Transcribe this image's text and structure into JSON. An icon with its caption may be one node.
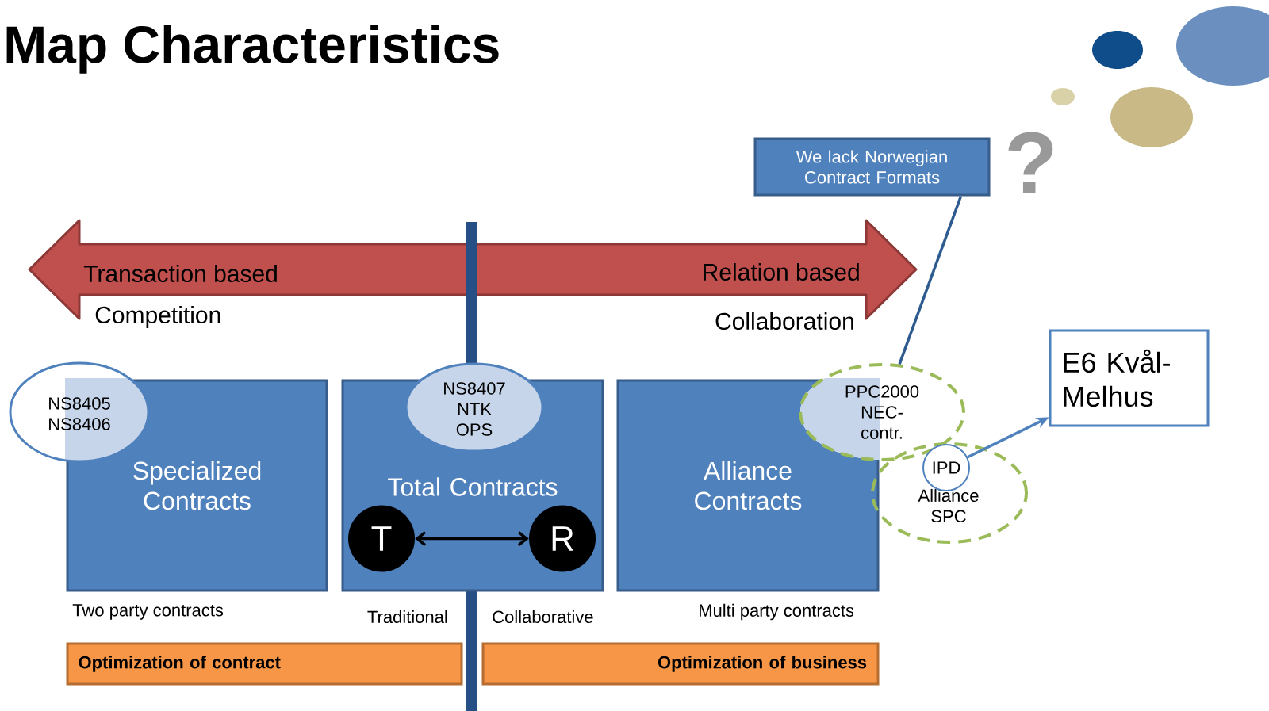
{
  "diagram": {
    "title": "Map Characteristics",
    "nodes": [
      {
        "text": [
          "Transaction based",
          "Relation based"
        ]
      },
      {
        "text": [
          "We lack Norwegian Contract Formats"
        ]
      },
      {
        "text": [
          "Specialized Contracts"
        ]
      },
      {
        "text": [
          "NS8405 NS8406"
        ]
      },
      {
        "text": [
          "Total Contracts"
        ]
      },
      {
        "text": [
          "NS8407 NTK OPS"
        ]
      },
      {
        "text": [
          "T"
        ],
        "in": 4
      },
      {
        "text": [
          "R"
        ],
        "in": 4
      },
      {
        "text": [
          "Alliance Contracts"
        ]
      },
      {
        "text": [
          "PPC2000 NEC-contr."
        ]
      },
      {
        "text": [
          "Alliance SPC"
        ]
      },
      {
        "text": [
          "IPD"
        ],
        "in": 10
      },
      {
        "text": [
          "E6 Kvål-Melhus"
        ]
      },
      {
        "text": [
          "Optimization of contract"
        ]
      },
      {
        "text": [
          "Optimization of business"
        ]
      }
    ],
    "edges": [
      {
        "from": 6,
        "to": 7,
        "arrow": "both",
        "color": "#000000"
      },
      {
        "from": 1,
        "to": 9,
        "arrow": "none",
        "color": "#2d5a8f"
      },
      {
        "from": 11,
        "to": 12,
        "arrow": "to",
        "color": "#4f81bd"
      }
    ],
    "labels": [
      "Competition",
      "Collaboration",
      "?",
      "Two party contracts",
      "Traditional",
      "Collaborative",
      "Multi party contracts"
    ]
  }
}
